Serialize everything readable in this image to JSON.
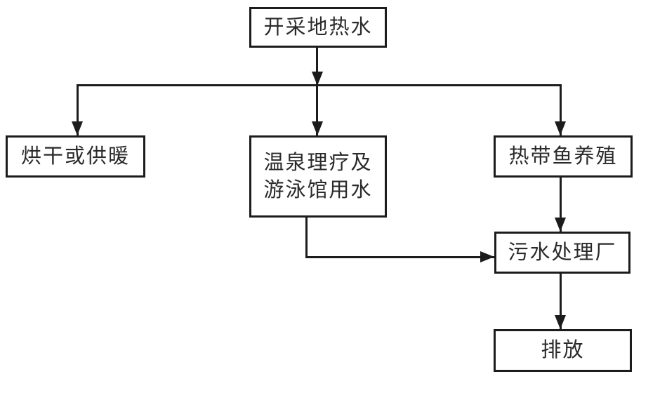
{
  "diagram": {
    "type": "flowchart",
    "background_color": "#ffffff",
    "line_color": "#1c1c1c",
    "text_color": "#2a2a2a",
    "nodes": {
      "source": {
        "label": "开采地热水"
      },
      "drying": {
        "label": "烘干或供暖"
      },
      "spa": {
        "label_line1": "温泉理疗及",
        "label_line2": "游泳馆用水"
      },
      "fish": {
        "label": "热带鱼养殖"
      },
      "sewage": {
        "label": "污水处理厂"
      },
      "discharge": {
        "label": "排放"
      }
    },
    "edges": [
      {
        "from": "source",
        "to": "drying"
      },
      {
        "from": "source",
        "to": "spa"
      },
      {
        "from": "source",
        "to": "fish"
      },
      {
        "from": "fish",
        "to": "sewage"
      },
      {
        "from": "spa",
        "to": "sewage"
      },
      {
        "from": "sewage",
        "to": "discharge"
      }
    ]
  }
}
